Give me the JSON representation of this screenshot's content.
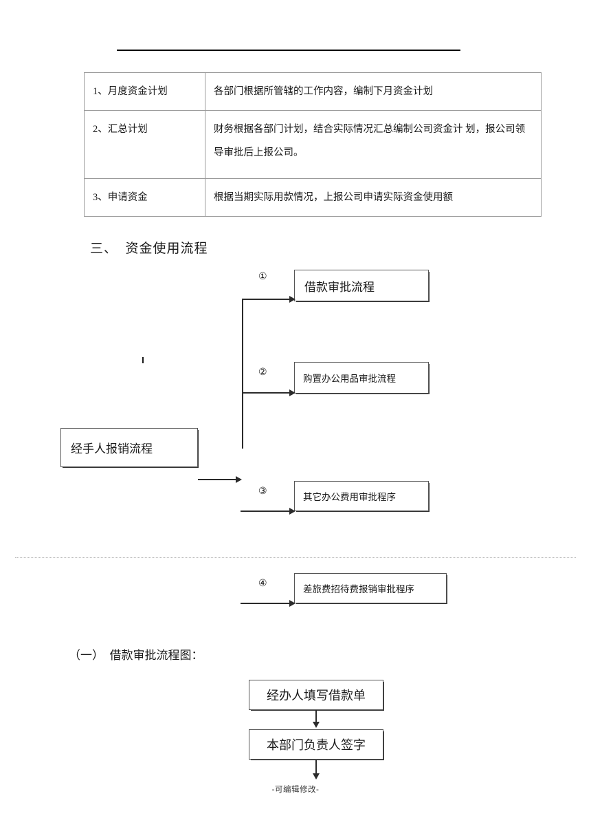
{
  "document": {
    "footer_note": "-可编辑修改-"
  },
  "plan_table": {
    "rows": [
      {
        "label": "1、月度资金计划",
        "description": "各部门根据所管辖的工作内容，编制下月资金计划"
      },
      {
        "label": "2、汇总计划",
        "description": "财务根据各部门计划，结合实际情况汇总编制公司资金计\n\n划，报公司领导审批后上报公司。"
      },
      {
        "label": "3、申请资金",
        "description": "根据当期实际用款情况，上报公司申请实际资金使用额"
      }
    ]
  },
  "section": {
    "heading": "三、  资金使用流程"
  },
  "usage_flow": {
    "source_box": "经手人报销流程",
    "branches": [
      {
        "marker": "①",
        "label": "借款审批流程"
      },
      {
        "marker": "②",
        "label": "购置办公用品审批流程"
      },
      {
        "marker": "③",
        "label": "其它办公费用审批程序"
      },
      {
        "marker": "④",
        "label": "差旅费招待费报销审批程序"
      }
    ]
  },
  "loan_flow": {
    "heading": "（一）  借款审批流程图：",
    "steps": [
      "经办人填写借款单",
      "本部门负责人签字"
    ]
  }
}
